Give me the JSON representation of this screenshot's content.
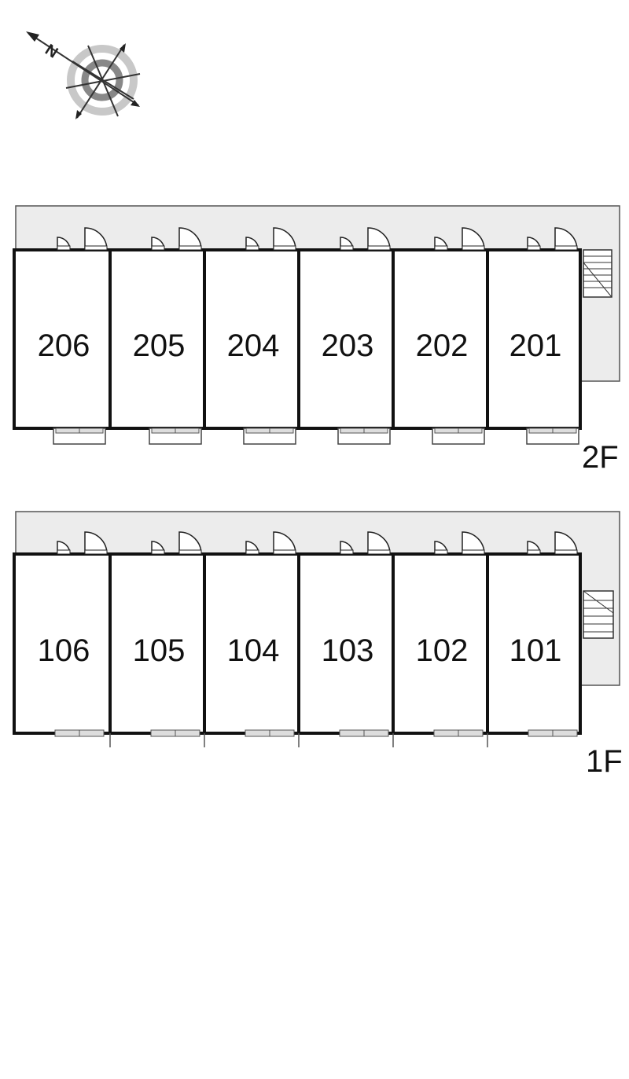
{
  "compass": {
    "letter": "N"
  },
  "floors": [
    {
      "label": "2F",
      "units": [
        "206",
        "205",
        "204",
        "203",
        "202",
        "201"
      ]
    },
    {
      "label": "1F",
      "units": [
        "106",
        "105",
        "104",
        "103",
        "102",
        "101"
      ]
    }
  ]
}
